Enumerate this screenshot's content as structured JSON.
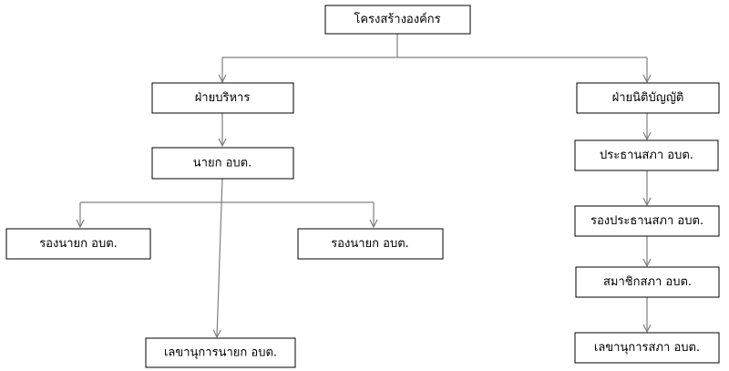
{
  "nodes": {
    "root": {
      "label": "โครงสร้างองค์กร"
    },
    "executive": {
      "label": "ฝ่ายบริหาร"
    },
    "legislative": {
      "label": "ฝ่ายนิติบัญญัติ"
    },
    "mayor": {
      "label": "นายก  อบต."
    },
    "deputy_mayor_1": {
      "label": "รองนายก  อบต."
    },
    "deputy_mayor_2": {
      "label": "รองนายก  อบต."
    },
    "mayor_secretary": {
      "label": "เลขานุการนายก  อบต."
    },
    "council_president": {
      "label": "ประธานสภา  อบต."
    },
    "council_vice_president": {
      "label": "รองประธานสภา  อบต."
    },
    "council_member": {
      "label": "สมาชิกสภา  อบต."
    },
    "council_secretary": {
      "label": "เลขานุการสภา  อบต."
    }
  },
  "colors": {
    "box_border": "#000000",
    "connector": "#7f7f7f",
    "text": "#000000"
  }
}
